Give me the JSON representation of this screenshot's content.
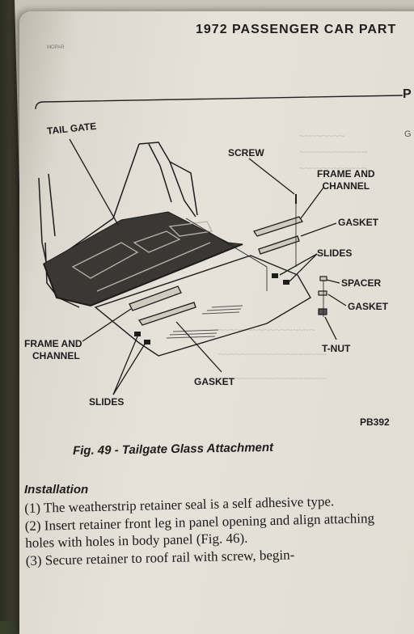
{
  "header": {
    "title": "1972 PASSENGER CAR PART",
    "page_letter": "P",
    "page_letter_small": "G",
    "corner_mark": "MOPAR"
  },
  "diagram": {
    "labels": {
      "tail_gate": "TAIL GATE",
      "screw": "SCREW",
      "frame_channel_top_1": "FRAME AND",
      "frame_channel_top_2": "CHANNEL",
      "gasket_top": "GASKET",
      "slides_top": "SLIDES",
      "spacer": "SPACER",
      "gasket_right": "GASKET",
      "t_nut": "T-NUT",
      "frame_channel_left_1": "FRAME AND",
      "frame_channel_left_2": "CHANNEL",
      "gasket_bottom": "GASKET",
      "slides_bottom": "SLIDES"
    },
    "figure_code": "PB392",
    "caption": "Fig. 49 - Tailgate Glass Attachment"
  },
  "section": {
    "title": "Installation",
    "paragraphs": [
      "(1) The weatherstrip retainer seal is a self adhesive type.",
      "(2) Insert retainer front leg in panel opening and align attaching holes with holes in body panel (Fig. 46).",
      "(3) Secure retainer to roof rail with screw, begin-"
    ]
  },
  "colors": {
    "paper": "#e3dfd6",
    "ink": "#1c1c1c",
    "background": "#3a3f2c"
  }
}
